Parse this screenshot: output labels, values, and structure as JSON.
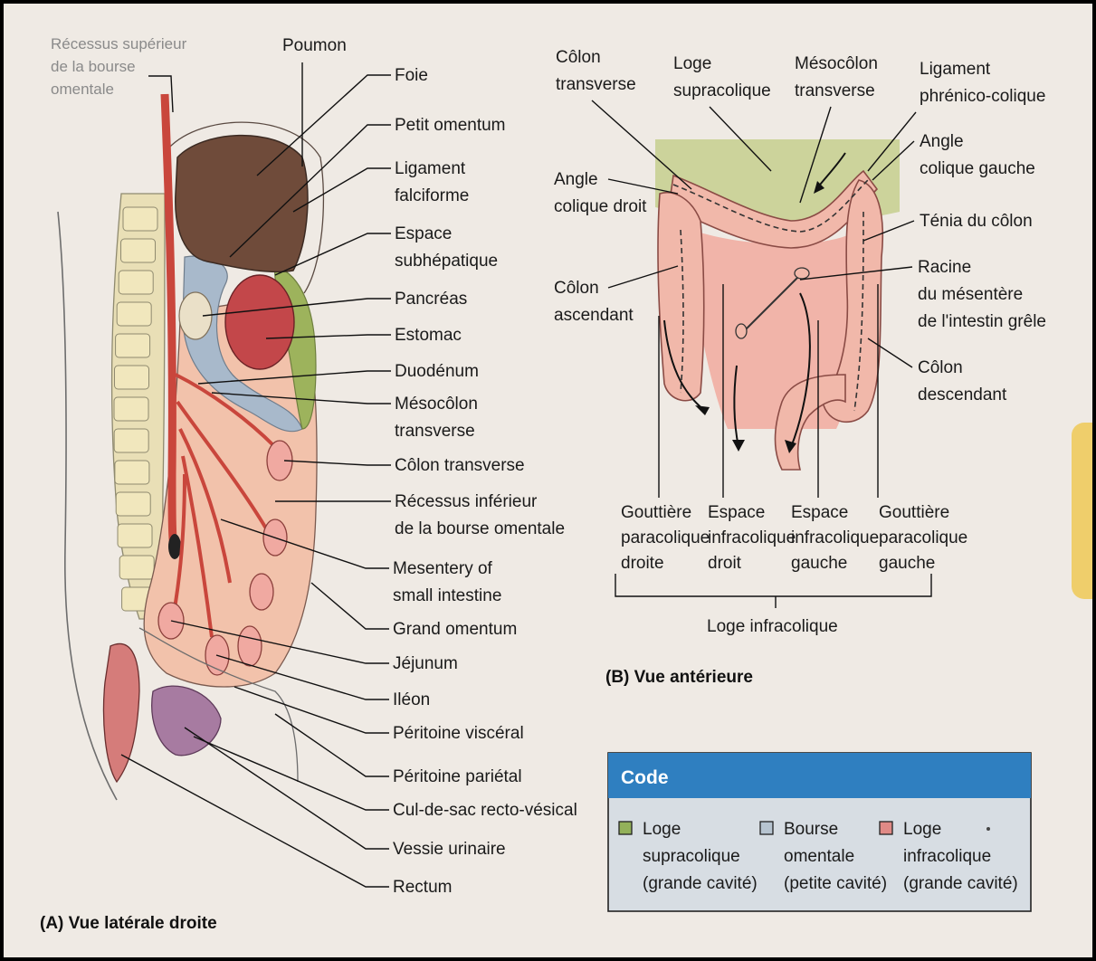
{
  "figure_a": {
    "caption": "(A) Vue latérale droite",
    "top_left_label_lines": [
      "Récessus supérieur",
      "de la bourse",
      "omentale"
    ],
    "poumon": "Poumon",
    "labels": [
      [
        "Foie"
      ],
      [
        "Petit omentum"
      ],
      [
        "Ligament",
        "falciforme"
      ],
      [
        "Espace",
        "subhépatique"
      ],
      [
        "Pancréas"
      ],
      [
        "Estomac"
      ],
      [
        "Duodénum"
      ],
      [
        "Mésocôlon",
        "transverse"
      ],
      [
        "Côlon transverse"
      ],
      [
        "Récessus inférieur",
        "de la bourse omentale"
      ],
      [
        "Mesentery of",
        "small intestine"
      ],
      [
        "Grand omentum"
      ],
      [
        "Jéjunum"
      ],
      [
        "Iléon"
      ],
      [
        "Péritoine viscéral"
      ],
      [
        "Péritoine pariétal"
      ],
      [
        "Cul-de-sac recto-vésical"
      ],
      [
        "Vessie urinaire"
      ],
      [
        "Rectum"
      ]
    ]
  },
  "figure_b": {
    "caption": "(B) Vue antérieure",
    "top_labels": [
      [
        "Côlon",
        "transverse"
      ],
      [
        "Loge",
        "supracolique"
      ],
      [
        "Mésocôlon",
        "transverse"
      ],
      [
        "Ligament",
        "phrénico-colique"
      ]
    ],
    "left_labels": [
      [
        "Angle",
        "colique droit"
      ],
      [
        "Côlon",
        "ascendant"
      ]
    ],
    "right_labels": [
      [
        "Angle",
        "colique gauche"
      ],
      [
        "Ténia du côlon"
      ],
      [
        "Racine",
        "du mésentère",
        "de l'intestin grêle"
      ],
      [
        "Côlon",
        "descendant"
      ]
    ],
    "bottom_labels": [
      [
        "Gouttière",
        "paracolique",
        "droite"
      ],
      [
        "Espace",
        "infracolique",
        "droit"
      ],
      [
        "Espace",
        "infracolique",
        "gauche"
      ],
      [
        "Gouttière",
        "paracolique",
        "gauche"
      ]
    ],
    "bracket_label": "Loge infracolique"
  },
  "code_box": {
    "title": "Code",
    "items": [
      {
        "lines": [
          "Loge",
          "supracolique",
          "(grande cavité)"
        ],
        "color": "#93b15a"
      },
      {
        "lines": [
          "Bourse",
          "omentale",
          "(petite cavité)"
        ],
        "color": "#b7c4d0"
      },
      {
        "lines": [
          "Loge",
          "infracolique",
          "(grande cavité)"
        ],
        "color": "#e08a86"
      }
    ],
    "header_color": "#2f7fc0",
    "body_color": "#d7dde3"
  },
  "colors": {
    "liver": "#6f4b3a",
    "vessel": "#c9463c",
    "peritoneum_pink": "#f2b9a0",
    "bursa_blue": "#9fb3c6",
    "supracolic_green": "#9db35c",
    "infracolic_red": "#ef9d92",
    "colon": "#f1b8aa",
    "bladder": "#a77ba1",
    "bone": "#e7dcae"
  }
}
